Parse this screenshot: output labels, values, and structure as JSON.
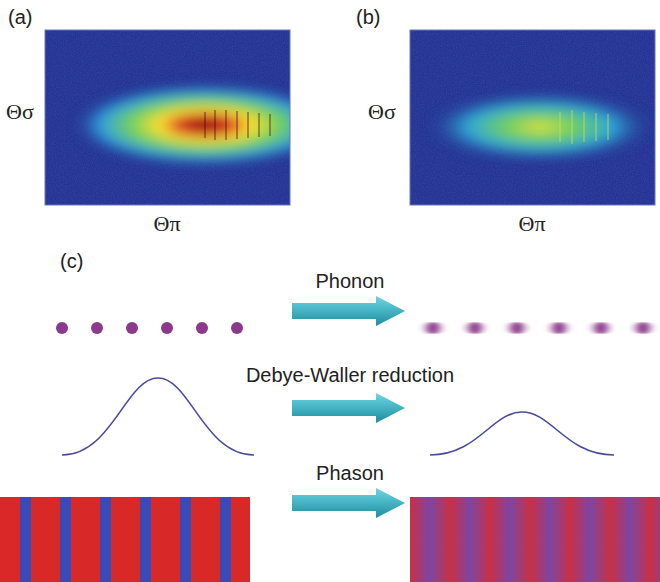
{
  "diagram": {
    "labels": [
      "(a)",
      "Θσ",
      "Θπ",
      "(b)",
      "Θσ",
      "Θπ",
      "(c)",
      "Phonon",
      "Debye-Waller reduction",
      "Phason"
    ]
  }
}
